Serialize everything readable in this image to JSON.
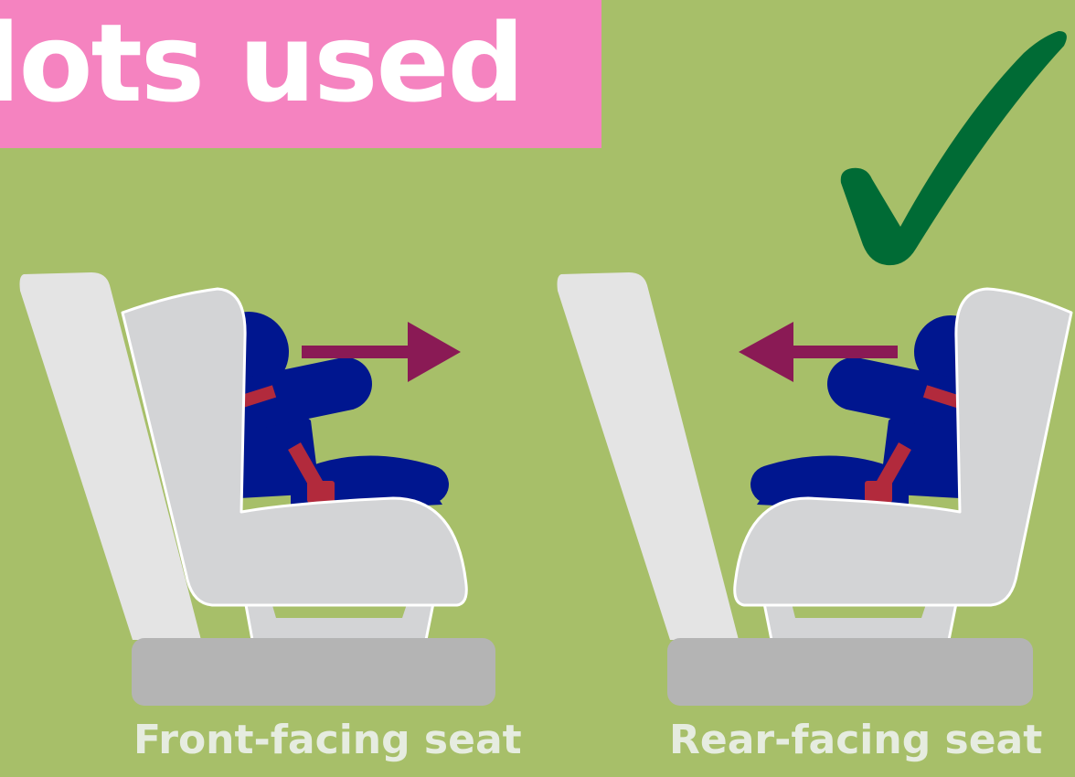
{
  "banner": {
    "title": "lots used",
    "color": "#f583c0"
  },
  "background_color": "#a7bf69",
  "check_mark": {
    "icon": "check-mark-icon",
    "color": "#006b35"
  },
  "illustrations": [
    {
      "caption": "Front-facing seat",
      "direction": "forward",
      "arrow_icon": "arrow-right-icon"
    },
    {
      "caption": "Rear-facing seat",
      "direction": "backward",
      "arrow_icon": "arrow-left-icon"
    }
  ],
  "colors": {
    "child": "#00168f",
    "harness": "#b22a3c",
    "arrow": "#8a1a55",
    "car_seat": "#d3d4d6",
    "vehicle_seat_back": "#e4e4e4",
    "vehicle_seat_base": "#b4b4b4"
  }
}
